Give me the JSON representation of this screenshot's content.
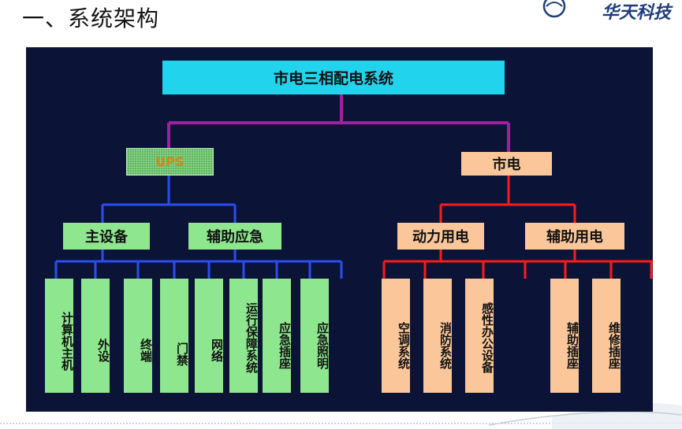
{
  "slide": {
    "title": "一、系统架构",
    "logo_text": "华天科技"
  },
  "diagram": {
    "root": "市电三相配电系统",
    "left_branch": {
      "label": "UPS",
      "children": [
        {
          "label": "主设备",
          "leaves": [
            "计算机主机",
            "外设",
            "终端",
            "门禁",
            "网络"
          ]
        },
        {
          "label": "辅助应急",
          "leaves": [
            "运行保障系统",
            "应急插座",
            "应急照明"
          ]
        }
      ]
    },
    "right_branch": {
      "label": "市电",
      "children": [
        {
          "label": "动力用电",
          "leaves": [
            "空调系统",
            "消防系统",
            "感性办公设备"
          ]
        },
        {
          "label": "辅助用电",
          "leaves": [
            "辅助插座",
            "维修插座"
          ]
        }
      ]
    }
  },
  "colors": {
    "background": "#0b1436",
    "root_fill": "#22d3ee",
    "left_fill": "#8ee68e",
    "right_fill": "#fbc79a",
    "purple_connector": "#a020a0",
    "blue_connector": "#2a4ef0",
    "red_connector": "#ff1a1a"
  }
}
